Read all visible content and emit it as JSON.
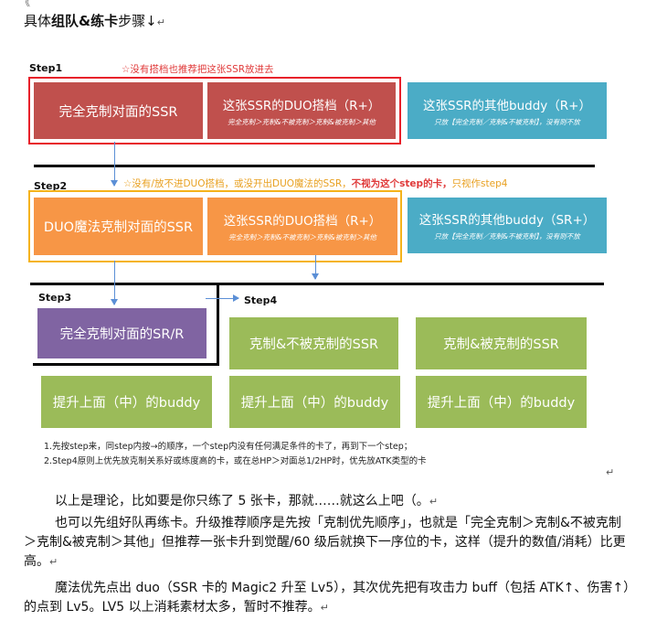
{
  "top_mark": "《",
  "heading": {
    "pre": "具体",
    "bold": "组队&练卡",
    "post": "步骤↓",
    "mark": "↵"
  },
  "step1": {
    "label": "Step1",
    "note": "☆没有搭档也推荐把这张SSR放进去",
    "box1": "完全克制对面的SSR",
    "box2_main": "这张SSR的DUO搭档（R+）",
    "box2_sub": "完全克制＞克制&不被克制＞克制&被克制＞其他",
    "box3_main": "这张SSR的其他buddy（R+）",
    "box3_sub": "只放【完全克制／克制&不被克制】，没有则不放"
  },
  "step2": {
    "label": "Step2",
    "note_a": "☆没有/放不进DUO搭档，或没开出DUO魔法的SSR，",
    "note_b": "不视为这个step的卡，",
    "note_c": "只视作step4",
    "box1": "DUO魔法克制对面的SSR",
    "box2_main": "这张SSR的DUO搭档（R+）",
    "box2_sub": "完全克制＞克制&不被克制＞克制&被克制＞其他",
    "box3_main": "这张SSR的其他buddy（SR+）",
    "box3_sub": "只放【完全克制／克制&不被克制】，没有则不放"
  },
  "step3": {
    "label": "Step3",
    "box": "完全克制对面的SR/R",
    "boost": "提升上面（中）的buddy"
  },
  "step4": {
    "label": "Step4",
    "box_a": "克制&不被克制的SSR",
    "box_b": "克制&被克制的SSR",
    "boost_a": "提升上面（中）的buddy",
    "boost_b": "提升上面（中）的buddy"
  },
  "footnotes": [
    "1.先按step来，同step内按→的顺序，一个step内没有任何满足条件的卡了，再到下一个step；",
    "2.Step4原则上优先放克制关系好或练度高的卡，或在总HP＞对面总1/2HP时，优先放ATK类型的卡"
  ],
  "para_mark": "↵",
  "paragraphs": [
    "以上是理论，比如要是你只练了 5 张卡，那就……就这么上吧（。",
    "也可以先组好队再练卡。升级推荐顺序是先按「克制优先顺序」，也就是「完全克制＞克制&不被克制＞克制&被克制＞其他」但推荐一张卡升到觉醒/60 级后就换下一序位的卡，这样（提升的数值/消耗）比更高。",
    "魔法优先点出 duo（SSR 卡的 Magic2 升至 Lv5），其次优先把有攻击力 buff（包括 ATK↑、伤害↑）的点到 Lv5。LV5 以上消耗素材太多，暂时不推荐。"
  ],
  "colors": {
    "red_box": "#c0504d",
    "orange_box": "#f79646",
    "blue_box": "#4bacc6",
    "purple_box": "#8064a2",
    "green_box": "#9bbb59",
    "red_frame": "#e8202a",
    "orange_frame": "#f5b31b",
    "arrow": "#5b8fd6"
  }
}
